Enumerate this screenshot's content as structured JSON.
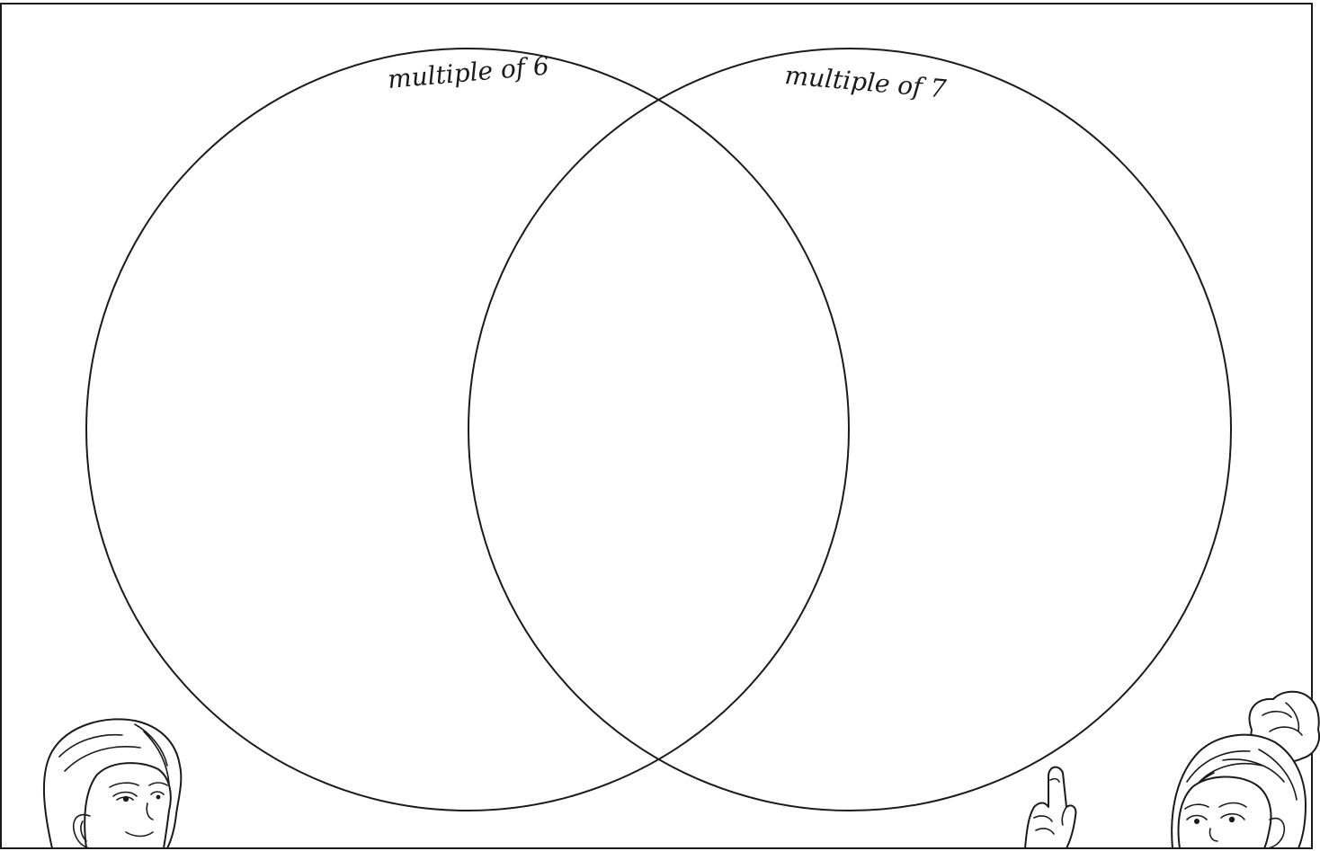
{
  "venn": {
    "left_set": {
      "label": "multiple of 6"
    },
    "right_set": {
      "label": "multiple of 7"
    }
  },
  "illustrations": {
    "left": "boy-character",
    "right": "girl-character-pointing"
  },
  "colors": {
    "ink": "#1a1a1a",
    "paper": "#ffffff"
  }
}
